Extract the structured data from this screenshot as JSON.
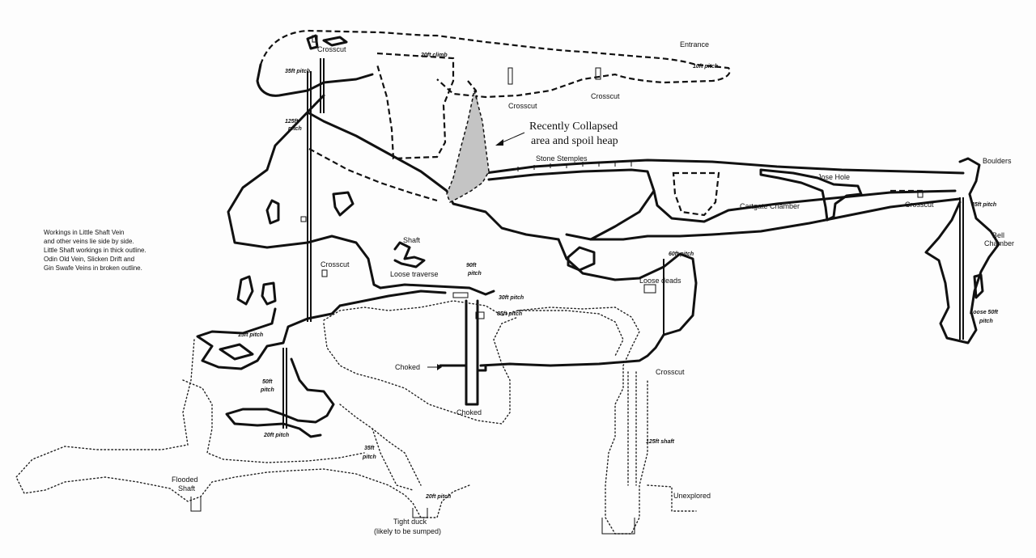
{
  "legend": {
    "lines": [
      "Workings in Little Shaft Vein",
      "and other veins lie side by side.",
      "Little Shaft workings in thick outline.",
      "Odin Old Vein, Slicken Drift and",
      "Gin Swafe Veins in broken outline."
    ]
  },
  "annotation": {
    "line1": "Recently Collapsed",
    "line2": "area and spoil heap"
  },
  "labels": {
    "entrance": "Entrance",
    "crosscut_top_left": "Crosscut",
    "climb_20ft": "20ft climb",
    "pitch_10ft": "10ft pitch",
    "crosscut_a": "Crosscut",
    "crosscut_b": "Crosscut",
    "pitch_35ft_top": "35ft pitch",
    "pitch_125ft": "125ft",
    "pitch_125ft_b": "pitch",
    "stone_stemples": "Stone Stemples",
    "boulders": "Boulders",
    "jose_hole": "Jose Hole",
    "cartgate_chamber": "Cartgate Chamber",
    "crosscut_right": "Crosscut",
    "pitch_45ft": "45ft pitch",
    "bell": "Bell",
    "chamber": "Chamber",
    "shaft": "Shaft",
    "crosscut_mid": "Crosscut",
    "loose_traverse": "Loose traverse",
    "pitch_90ft": "90ft",
    "pitch_90ft_b": "pitch",
    "pitch_60ft": "60ft pitch",
    "loose_deads": "Loose deads",
    "pitch_30ft": "30ft pitch",
    "pitch_85ft": "85ft pitch",
    "loose_50ft": "Loose 50ft",
    "loose_50ft_b": "pitch",
    "pitch_15ft": "15ft pitch",
    "pitch_50ft": "50ft",
    "pitch_50ft_b": "pitch",
    "choked_left": "Choked",
    "choked_bottom": "Choked",
    "crosscut_lower": "Crosscut",
    "pitch_20ft_left": "20ft pitch",
    "pitch_35ft_low": "35ft",
    "pitch_35ft_low_b": "pitch",
    "shaft_125ft": "125ft shaft",
    "flooded": "Flooded",
    "flooded_b": "Shaft",
    "pitch_20ft_low": "20ft pitch",
    "unexplored": "Unexplored",
    "tight_duck": "Tight duck",
    "tight_duck_b": "(likely to be sumped)"
  },
  "colors": {
    "ink": "#111111",
    "collapsed_fill": "#c4c4c4",
    "paper": "#fdfdfd"
  }
}
